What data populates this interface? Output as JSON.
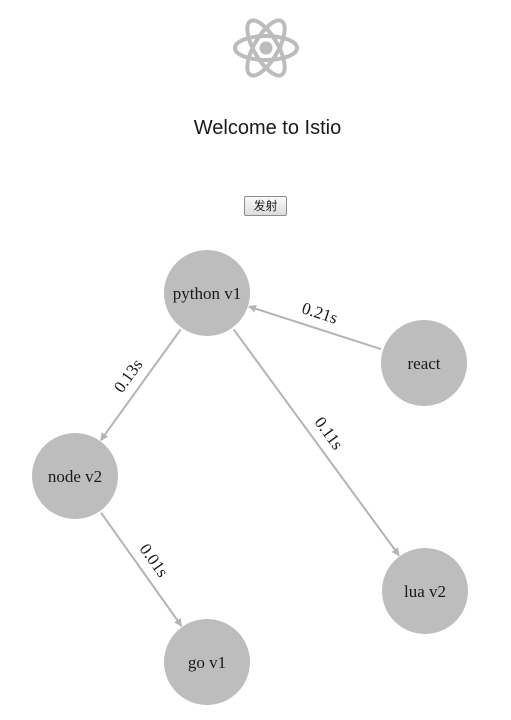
{
  "header": {
    "logo_icon": "atom-icon",
    "title": "Welcome to Istio"
  },
  "controls": {
    "fire_label": "发射"
  },
  "graph": {
    "node_color": "#bdbdbd",
    "edge_color": "#b4b4b4",
    "nodes": [
      {
        "id": "python",
        "label": "python v1"
      },
      {
        "id": "react",
        "label": "react"
      },
      {
        "id": "node",
        "label": "node v2"
      },
      {
        "id": "lua",
        "label": "lua v2"
      },
      {
        "id": "go",
        "label": "go v1"
      }
    ],
    "edges": [
      {
        "from": "react",
        "to": "python",
        "label": "0.21s"
      },
      {
        "from": "python",
        "to": "node",
        "label": "0.13s"
      },
      {
        "from": "python",
        "to": "lua",
        "label": "0.11s"
      },
      {
        "from": "node",
        "to": "go",
        "label": "0.01s"
      }
    ]
  }
}
